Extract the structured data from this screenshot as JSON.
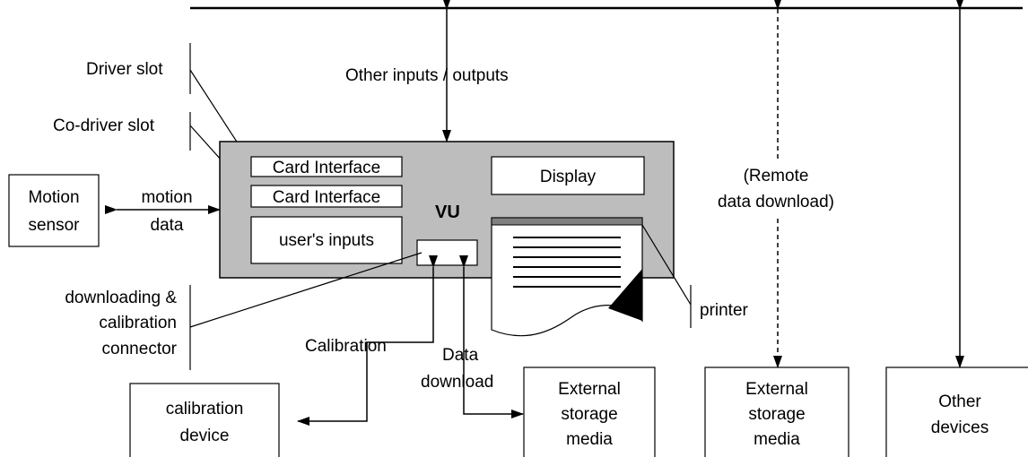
{
  "bus": {
    "other_io_label": "Other inputs / outputs"
  },
  "slots": {
    "driver_slot": "Driver slot",
    "codriver_slot": "Co-driver slot"
  },
  "vu": {
    "title": "VU",
    "card_interface_1": "Card Interface",
    "card_interface_2": "Card Interface",
    "users_inputs": "user's inputs",
    "display": "Display"
  },
  "motion": {
    "sensor_line1": "Motion",
    "sensor_line2": "sensor",
    "data_line1": "motion",
    "data_line2": "data"
  },
  "connector": {
    "line1": "downloading &",
    "line2": "calibration",
    "line3": "connector"
  },
  "printer": {
    "label": "printer"
  },
  "calibration": {
    "arrow_label": "Calibration",
    "device_line1": "calibration",
    "device_line2": "device"
  },
  "data_download": {
    "line1": "Data",
    "line2": "download"
  },
  "remote": {
    "line1": "(Remote",
    "line2": "data download)"
  },
  "external_storage": {
    "line1": "External",
    "line2": "storage",
    "line3": "media"
  },
  "other_devices": {
    "line1": "Other",
    "line2": "devices"
  },
  "colors": {
    "vu_fill": "#bdbdbd",
    "printer_bar": "#7f7f7f",
    "line": "#000000"
  }
}
